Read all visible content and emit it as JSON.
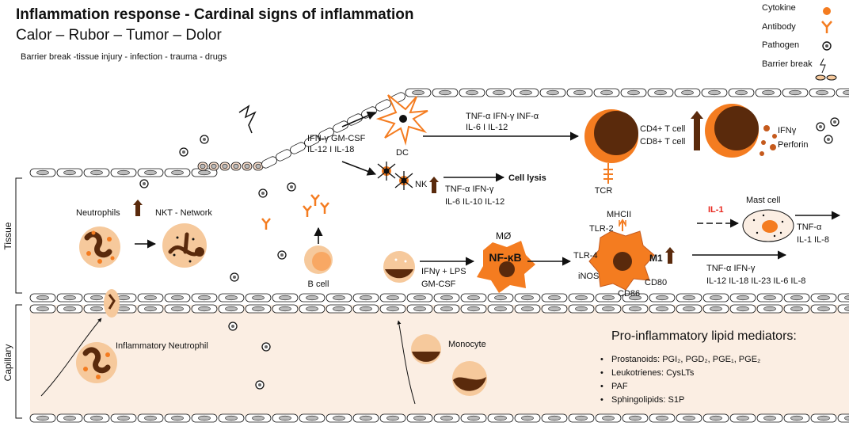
{
  "title": "Inflammation response - Cardinal signs of inflammation",
  "subtitle": "Calor – Rubor – Tumor – Dolor",
  "causes": "Barrier break -tissue injury - infection - trauma - drugs",
  "legend": {
    "cytokine": "Cytokine",
    "antibody": "Antibody",
    "pathogen": "Pathogen",
    "barrier_break": "Barrier break"
  },
  "regions": {
    "tissue": "Tissue",
    "capillary": "Capillary"
  },
  "labels": {
    "ifn_gmcsf": "IFN-γ GM-CSF",
    "il12_il18": "IL-12 I IL-18",
    "dc": "DC",
    "nk": "NK",
    "tcr": "TCR",
    "dc_cyt_1": "TNF-α IFN-γ INF-α",
    "dc_cyt_2": "IL-6 I IL-12",
    "cd4": "CD4+ T cell",
    "cd8": "CD8+ T cell",
    "ifng": "IFNγ",
    "perforin": "Perforin",
    "cell_lysis": "Cell lysis",
    "nk_cyt_1": "TNF-α IFN-γ",
    "nk_cyt_2": "IL-6 IL-10 IL-12",
    "neutrophils": "Neutrophils",
    "nkt": "NKT - Network",
    "b_cell": "B cell",
    "ifng_lps": "IFNγ + LPS",
    "gmcsf": "GM-CSF",
    "mphi": "MØ",
    "nfkb": "NF-κB",
    "tlr2": "TLR-2",
    "tlr4": "TLR-4",
    "mhcii": "MHCII",
    "inos": "iNOS",
    "cd86": "CD86",
    "cd80": "CD80",
    "m1": "M1",
    "il1": "IL-1",
    "mast": "Mast cell",
    "mast_cyt_1": "TNF-α",
    "mast_cyt_2": "IL-1 IL-8",
    "m1_cyt_1": "TNF-α IFN-γ",
    "m1_cyt_2": "IL-12 IL-18 IL-23 IL-6 IL-8",
    "inflam_neutrophil": "Inflammatory  Neutrophil",
    "monocyte": "Monocyte"
  },
  "lipids": {
    "title": "Pro-inflammatory lipid mediators:",
    "items": [
      "Prostanoids: PGI₂, PGD₂,  PGE₁, PGE₂",
      "Leukotrienes: CysLTs",
      "PAF",
      "Sphingolipids: S1P"
    ]
  },
  "colors": {
    "orange": "#f47c20",
    "dark_brown": "#5a2a0c",
    "arrow_up": "#5a2a0c",
    "capillary_fill": "#fbeee3",
    "red_label": "#e8251c",
    "cell_light": "#f6c99c"
  }
}
